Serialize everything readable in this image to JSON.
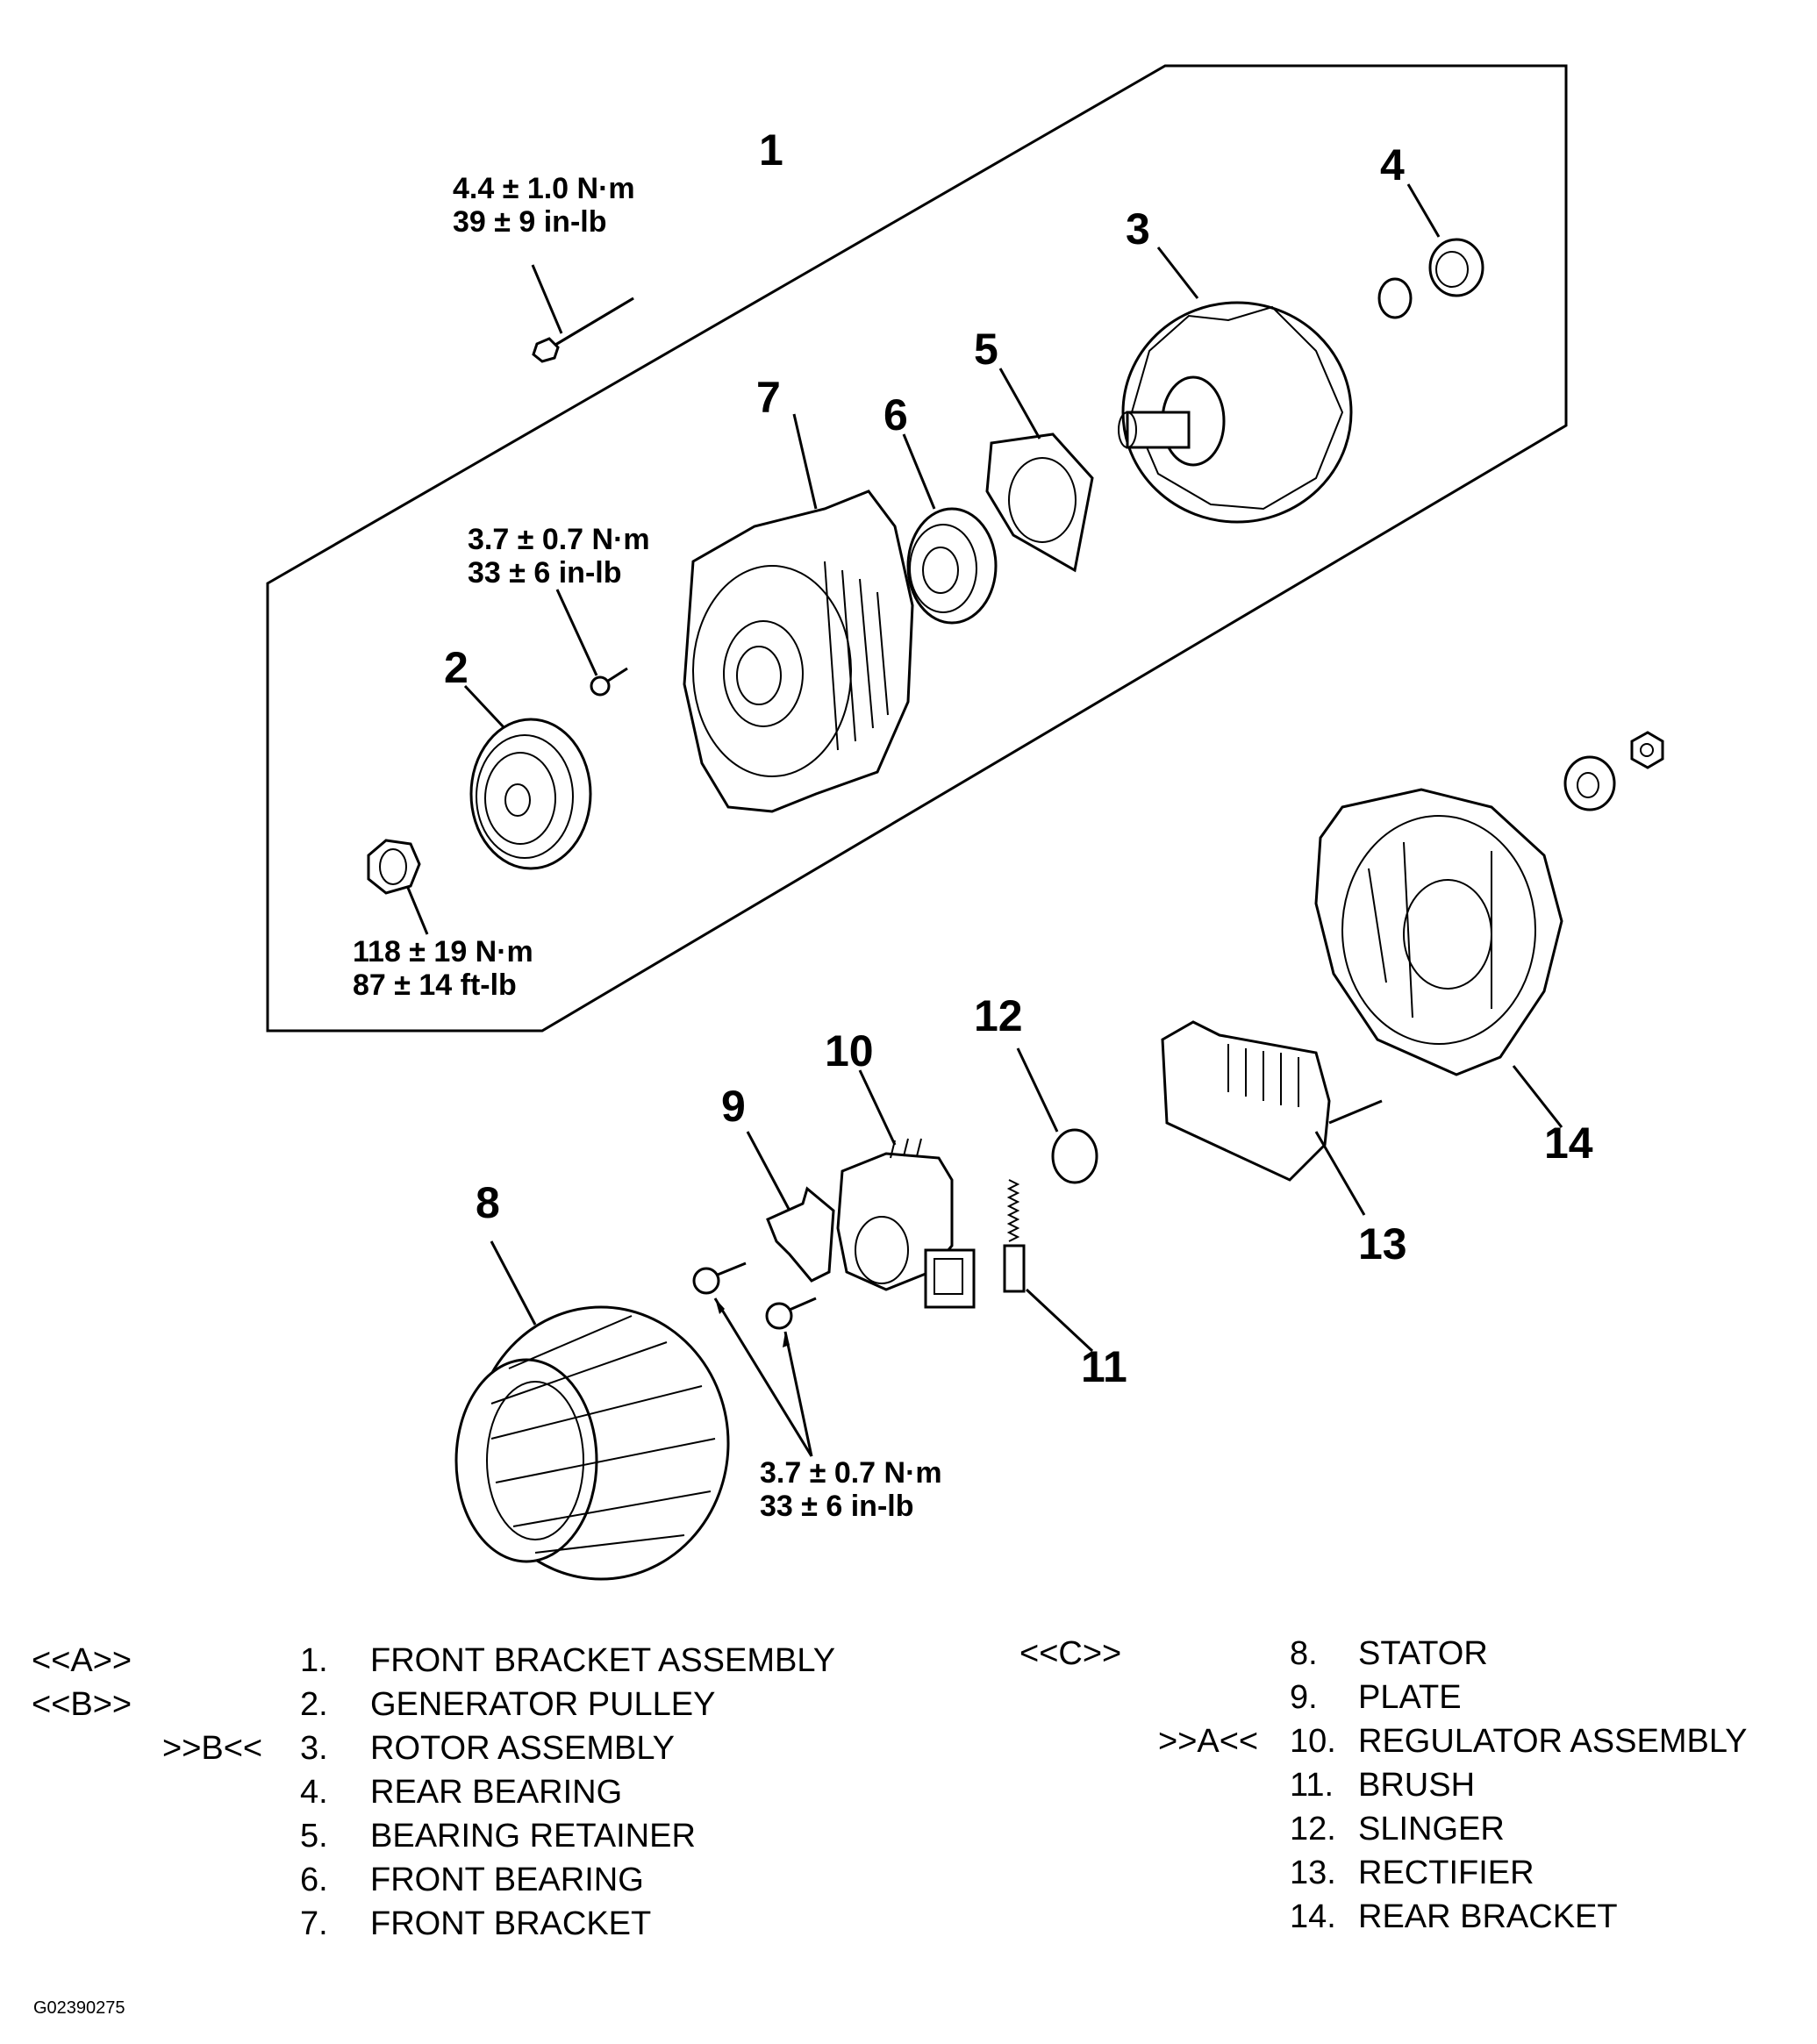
{
  "callouts": [
    "1",
    "2",
    "3",
    "4",
    "5",
    "6",
    "7",
    "8",
    "9",
    "10",
    "11",
    "12",
    "13",
    "14"
  ],
  "torque_specs": {
    "long_bolt": {
      "nm": "4.4 ± 1.0  N·m",
      "imperial": "39 ± 9 in-lb"
    },
    "bracket_screw": {
      "nm": "3.7 ± 0.7 N·m",
      "imperial": "33 ± 6 in-lb"
    },
    "pulley_nut": {
      "nm": "118 ± 19 N·m",
      "imperial": "87 ± 14 ft-lb"
    },
    "regulator_screws": {
      "nm": "3.7 ± 0.7 N·m",
      "imperial": "33 ± 6 in-lb"
    }
  },
  "legend": {
    "left": [
      {
        "ref": "<<A>>",
        "num": "1.",
        "name": "FRONT BRACKET ASSEMBLY"
      },
      {
        "ref": "<<B>>",
        "num": "2.",
        "name": "GENERATOR PULLEY"
      },
      {
        "ref": ">>B<<",
        "num": "3.",
        "name": "ROTOR ASSEMBLY"
      },
      {
        "ref": "",
        "num": "4.",
        "name": "REAR BEARING"
      },
      {
        "ref": "",
        "num": "5.",
        "name": "BEARING RETAINER"
      },
      {
        "ref": "",
        "num": "6.",
        "name": "FRONT BEARING"
      },
      {
        "ref": "",
        "num": "7.",
        "name": "FRONT BRACKET"
      }
    ],
    "right": [
      {
        "ref": "<<C>>",
        "num": "8.",
        "name": "STATOR"
      },
      {
        "ref": "",
        "num": "9.",
        "name": "PLATE"
      },
      {
        "ref": ">>A<<",
        "num": "10.",
        "name": "REGULATOR ASSEMBLY"
      },
      {
        "ref": "",
        "num": "11.",
        "name": "BRUSH"
      },
      {
        "ref": "",
        "num": "12.",
        "name": "SLINGER"
      },
      {
        "ref": "",
        "num": "13.",
        "name": "RECTIFIER"
      },
      {
        "ref": "",
        "num": "14.",
        "name": "REAR BRACKET"
      }
    ]
  },
  "figure_id": "G02390275"
}
